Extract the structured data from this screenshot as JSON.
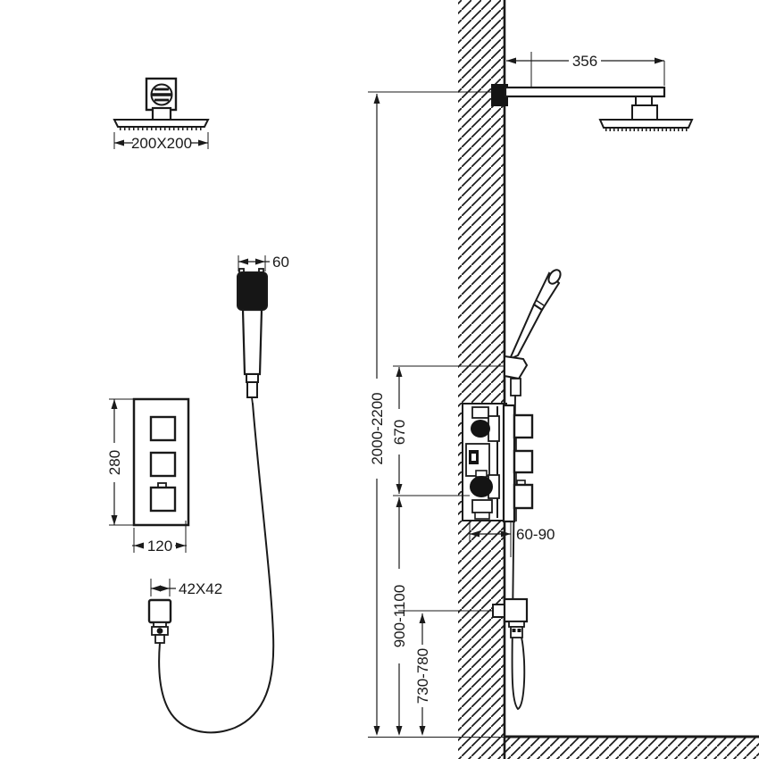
{
  "diagram": {
    "type": "technical-drawing",
    "subject": "Concealed thermostatic shower system installation dimensions",
    "colors": {
      "line": "#1a1a1a",
      "fill_dark": "#141414",
      "background": "#ffffff"
    },
    "labels": {
      "overhead_shower_size": "200X200",
      "hand_shower_width": "60",
      "valve_plate_height": "280",
      "valve_plate_width": "120",
      "wall_outlet_size": "42X42",
      "shower_arm_length": "356",
      "overall_height_range": "2000-2200",
      "holder_to_valve_distance": "670",
      "valve_height_range": "900-1100",
      "outlet_height_range": "730-780",
      "recess_depth_range": "60-90"
    }
  }
}
